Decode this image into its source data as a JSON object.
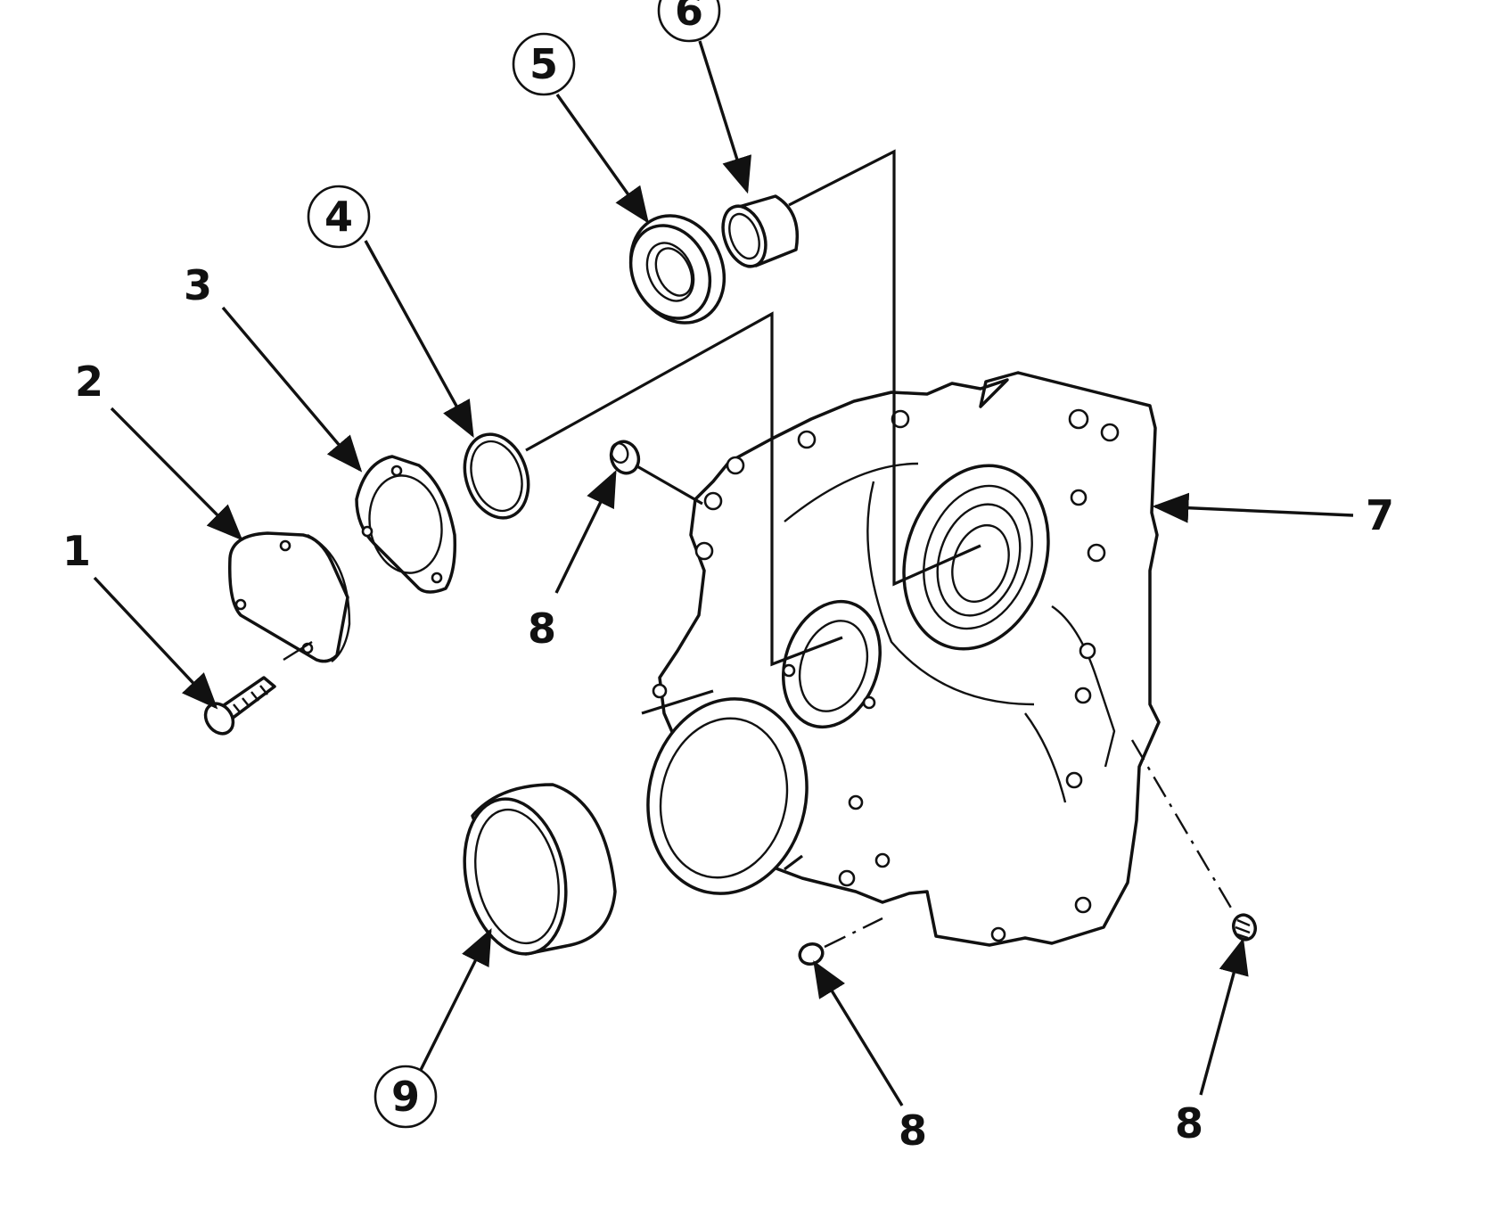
{
  "diagram": {
    "colors": {
      "ink": "#111111",
      "background": "#ffffff"
    },
    "callouts": [
      {
        "id": "1",
        "label": "1",
        "circled": false
      },
      {
        "id": "2",
        "label": "2",
        "circled": false
      },
      {
        "id": "3",
        "label": "3",
        "circled": false
      },
      {
        "id": "4",
        "label": "4",
        "circled": true
      },
      {
        "id": "5",
        "label": "5",
        "circled": true
      },
      {
        "id": "6",
        "label": "6",
        "circled": true
      },
      {
        "id": "7",
        "label": "7",
        "circled": false
      },
      {
        "id": "8a",
        "label": "8",
        "circled": false
      },
      {
        "id": "8b",
        "label": "8",
        "circled": false
      },
      {
        "id": "8c",
        "label": "8",
        "circled": false
      },
      {
        "id": "9",
        "label": "9",
        "circled": true
      }
    ]
  }
}
